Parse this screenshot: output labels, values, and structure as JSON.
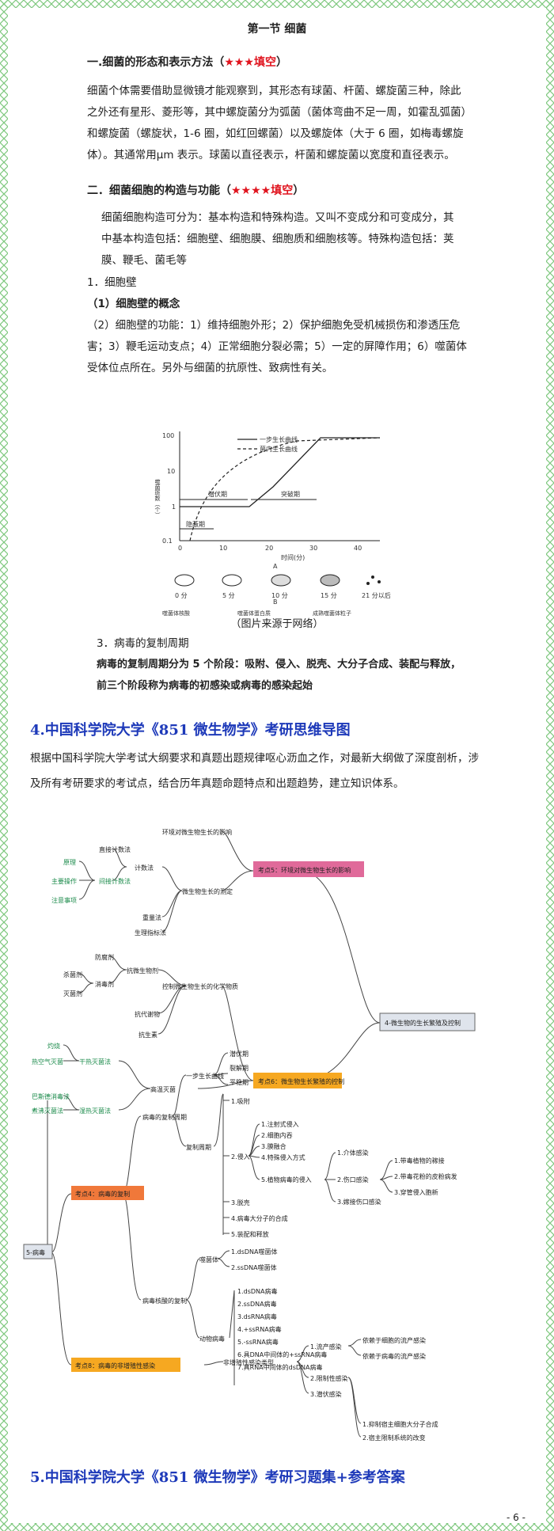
{
  "section_title": "第一节 细菌",
  "s1": {
    "heading": "一.细菌的形态和表示方法（",
    "stars": "★★★",
    "tag": "填空",
    "close": "）",
    "lines": [
      "细菌个体需要借助显微镜才能观察到，其形态有球菌、杆菌、螺旋菌三种，除此",
      "之外还有星形、菱形等，其中螺旋菌分为弧菌（菌体弯曲不足一周，如霍乱弧菌）",
      "和螺旋菌（螺旋状，1-6 圈，如红回螺菌）以及螺旋体（大于 6 圈，如梅毒螺旋",
      "体）。其通常用μm 表示。球菌以直径表示，杆菌和螺旋菌以宽度和直径表示。"
    ]
  },
  "s2": {
    "heading": "二．细菌细胞的构造与功能（",
    "stars": "★★★★",
    "tag": "填空",
    "close": "）",
    "lines": [
      "细菌细胞构造可分为：基本构造和特殊构造。又叫不变成分和可变成分，其",
      "中基本构造包括：细胞壁、细胞膜、细胞质和细胞核等。特殊构造包括：荚",
      "膜、鞭毛、菌毛等"
    ],
    "sub1": "1．细胞壁",
    "sub2": "（1）细胞壁的概念",
    "func_lines": [
      "（2）细胞壁的功能：1）维持细胞外形；2）保护细胞免受机械损伤和渗透压危",
      "害；3）鞭毛运动支点；4）正常细胞分裂必需；5）一定的屏障作用；6）噬菌体",
      "受体位点所在。另外与细菌的抗原性、致病性有关。"
    ]
  },
  "figure": {
    "legend_one_step": "一步生长曲线",
    "legend_intra": "菌内生长曲线",
    "yticks": [
      "100",
      "10",
      "1",
      "0.1"
    ],
    "ylabel": "噬菌斑数（个）",
    "xticks": [
      "0",
      "10",
      "20",
      "30",
      "40"
    ],
    "xlabel": "时间(分)",
    "latent": "潜伏期",
    "rise": "突破期",
    "eclipse": "隐蔽期",
    "panel_a": "A",
    "panel_b": "B",
    "cell_labels": [
      "0 分",
      "5 分",
      "10 分",
      "15 分",
      "21 分以后"
    ],
    "bottom_legend": [
      "噬菌体核酸",
      "噬菌体蛋白质",
      "成熟噬菌体粒子"
    ],
    "caption": "（图片来源于网络）"
  },
  "s3": {
    "sub": "3．病毒的复制周期",
    "line1": "病毒的复制周期分为 5 个阶段：吸附、侵入、脱壳、大分子合成、装配与释放，",
    "line2": "前三个阶段称为病毒的初感染或病毒的感染起始"
  },
  "h4": "4.中国科学院大学《851 微生物学》考研思维导图",
  "intro_lines": [
    "根据中国科学院大学考试大纲要求和真题出题规律呕心沥血之作，对最新大纲做了深度剖析，涉",
    "及所有考研要求的考试点，结合历年真题命题特点和出题趋势，建立知识体系。"
  ],
  "mindmap": {
    "top_root": "4-微生物的生长繁殖及控制",
    "kp5": "考点5：环境对微生物生长的影响",
    "kp6": "考点6：微生物生长繁殖的控制",
    "env": "环境对微生物生长的影响",
    "measure": "微生物生长的测定",
    "count": "计数法",
    "direct": "直接计数法",
    "indirect": "间接计数法",
    "principle": "原理",
    "ops": "主要操作",
    "notes": "注意事项",
    "weight": "重量法",
    "physio": "生理指标法",
    "chem": "控制微生物生长的化学物质",
    "antimicro": "抗微生物剂",
    "antiseptic": "防腐剂",
    "disinfect": "消毒剂",
    "bactericide": "杀菌剂",
    "sterilant": "灭菌剂",
    "antimetab": "抗代谢物",
    "antibiotic": "抗生素",
    "heat": "高温灭菌",
    "dry": "干热灭菌法",
    "moist": "湿热灭菌法",
    "flame": "灼烧",
    "hotair": "热空气灭菌",
    "pasteur": "巴斯德消毒法",
    "boil": "煮沸灭菌法",
    "virus_root": "5-病毒",
    "kp4": "考点4：病毒的复制",
    "kp8": "考点8：病毒的非增殖性感染",
    "rep_cycle": "病毒的复制周期",
    "one_step": "一步生长曲线",
    "latent": "潜伏期",
    "burst": "裂解期",
    "plateau": "平稳期",
    "period": "复制周期",
    "adsorb": "1.吸附",
    "enter": "2.侵入",
    "enter_items": [
      "1.注射式侵入",
      "2.细胞内吞",
      "3.膜融合",
      "4.特殊侵入方式"
    ],
    "plant_enter": "5.植物病毒的侵入",
    "plant_items": [
      "1.介体感染",
      "2.伤口感染",
      "3.嫁接伤口感染"
    ],
    "vector_items": [
      "1.带毒植物的稼接",
      "2.带毒花粉的皮粉病发",
      "3.穿管侵入胞新"
    ],
    "uncoat": "3.脱壳",
    "synth": "4.病毒大分子的合成",
    "assemble": "5.装配和释放",
    "na_rep": "病毒核酸的复制",
    "phage": "噬菌体",
    "phage_items": [
      "1.dsDNA噬菌体",
      "2.ssDNA噬菌体"
    ],
    "animal": "动物病毒",
    "animal_items": [
      "1.dsDNA病毒",
      "2.ssDNA病毒",
      "3.dsRNA病毒",
      "4.+ssRNA病毒",
      "5.-ssRNA病毒",
      "6.具DNA中间体的+ssRNA病毒",
      "7.具RNA中间体的dsDNA病毒"
    ],
    "nonprod": "非增殖性感染类型",
    "abortive": "1.流产感染",
    "restricted": "2.限制性感染",
    "latent_inf": "3.潜伏感染",
    "ab_items": [
      "依赖于细胞的流产感染",
      "依赖于病毒的流产感染"
    ],
    "cut_items": [
      "1.抑制宿主细胞大分子合成",
      "2.宿主限制系统的改变"
    ]
  },
  "h5": "5.中国科学院大学《851 微生物学》考研习题集+参考答案",
  "page": "- 6 -"
}
